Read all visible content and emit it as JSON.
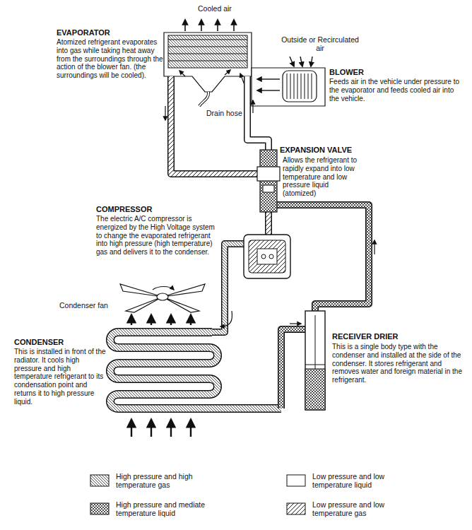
{
  "diagram": {
    "labels": [
      "Cooled air",
      "EVAPORATOR",
      "Atomized refrigerant evaporates into gas while taking heat away from the surroundings through the action of the blower fan. (the surroundings will be cooled).",
      "Outside or Recirculated air",
      "BLOWER",
      "Feeds air in the vehicle under pressure to the evaporator and feeds cooled air into the vehicle.",
      "Drain hose",
      "EXPANSION VALVE",
      "Allows the refrigerant to rapidly expand into low temperature and low pressure liquid (atomized)",
      "COMPRESSOR",
      "The electric A/C compressor is energized by the High Voltage system to change the evaporated refrigerant into high pressure (high temperature) gas and delivers it to the condenser.",
      "Condenser fan",
      "CONDENSER",
      "This is installed in front of the radiator. It cools high pressure and high temperature refrigerant to its condensation point and returns it to high pressure liquid.",
      "RECEIVER DRIER",
      "This is a single body type with the condenser and installed at the side of the condenser. It stores refrigerant and removes water and foreign material in the refrigerant."
    ],
    "legend": [
      {
        "text": "High pressure and high temperature gas"
      },
      {
        "text": "High pressure and mediate temperature liquid"
      },
      {
        "text": "Low pressure and low temperature liquid"
      },
      {
        "text": "Low pressure and low temperature gas"
      }
    ]
  }
}
